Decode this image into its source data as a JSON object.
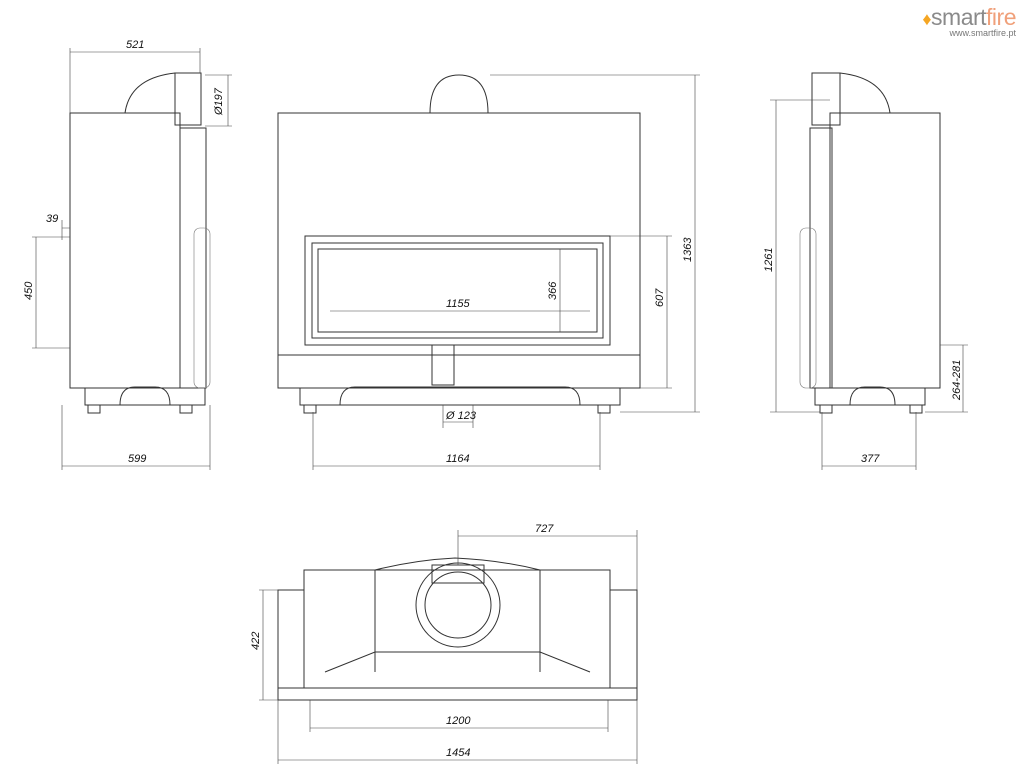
{
  "brand": {
    "name_part1": "smart",
    "name_part2": "fire",
    "url": "www.smartfire.pt",
    "flame_color": "#f5a623"
  },
  "side_left": {
    "dim_top": "521",
    "dim_flue": "Ø197",
    "dim_39": "39",
    "dim_450": "450",
    "dim_bottom": "599"
  },
  "front": {
    "dim_glass_w": "1155",
    "dim_glass_h": "366",
    "dim_door_h": "607",
    "dim_total_h": "1363",
    "dim_air": "Ø 123",
    "dim_feet": "1164"
  },
  "side_right": {
    "dim_h": "1261",
    "dim_legs": "264-281",
    "dim_bottom": "377"
  },
  "top": {
    "dim_flue_offset": "727",
    "dim_depth": "422",
    "dim_inner": "1200",
    "dim_total": "1454"
  }
}
